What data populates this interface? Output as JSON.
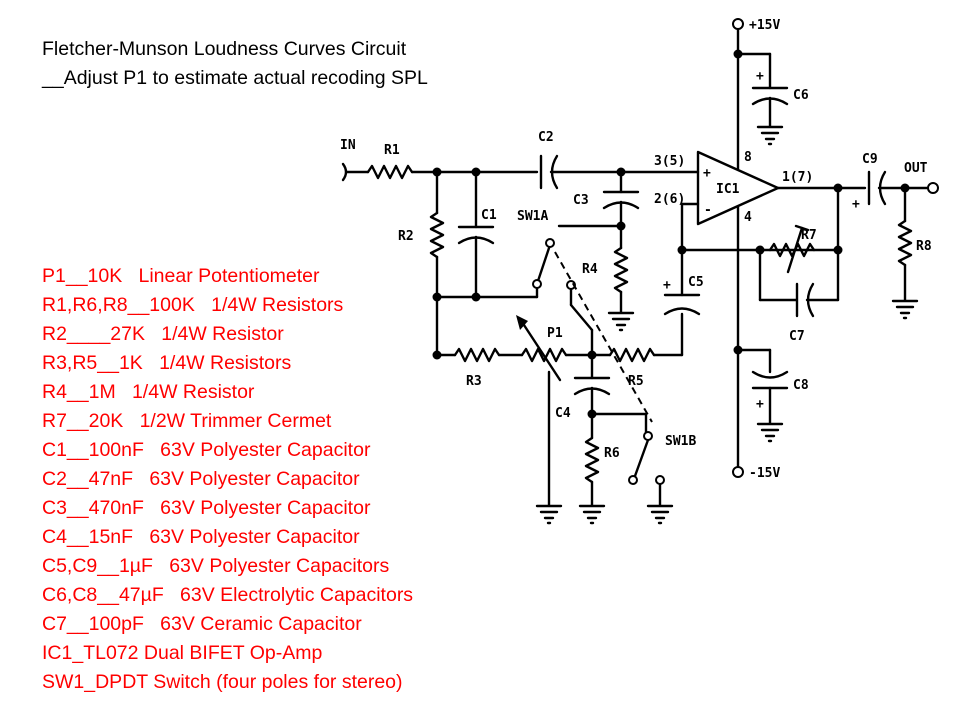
{
  "title": {
    "line1": "Fletcher-Munson Loudness Curves Circuit",
    "line2": "__Adjust P1 to estimate actual recoding SPL"
  },
  "parts_list": [
    "P1__10K   Linear Potentiometer",
    "R1,R6,R8__100K   1/4W Resistors",
    "R2____27K   1/4W Resistor",
    "R3,R5__1K   1/4W Resistors",
    "R4__1M   1/4W Resistor",
    "R7__20K   1/2W Trimmer Cermet",
    "C1__100nF   63V Polyester Capacitor",
    "C2__47nF   63V Polyester Capacitor",
    "C3__470nF   63V Polyester Capacitor",
    "C4__15nF   63V Polyester Capacitor",
    "C5,C9__1µF   63V Polyester Capacitors",
    "C6,C8__47µF   63V Electrolytic Capacitors",
    "C7__100pF   63V Ceramic Capacitor",
    "IC1_TL072 Dual BIFET Op-Amp",
    "SW1_DPDT Switch (four poles for stereo)"
  ],
  "schematic": {
    "supply_pos": "+15V",
    "supply_neg": "-15V",
    "input": "IN",
    "output": "OUT",
    "ic": "IC1",
    "pin_noninv": "3(5)",
    "pin_inv": "2(6)",
    "pin_out": "1(7)",
    "pin_vcc": "8",
    "pin_vee": "4",
    "plus_sign": "+",
    "minus_sign": "-",
    "components": {
      "r1": "R1",
      "r2": "R2",
      "r3": "R3",
      "r4": "R4",
      "r5": "R5",
      "r6": "R6",
      "r7": "R7",
      "r8": "R8",
      "c1": "C1",
      "c2": "C2",
      "c3": "C3",
      "c4": "C4",
      "c5": "C5",
      "c6": "C6",
      "c7": "C7",
      "c8": "C8",
      "c9": "C9",
      "p1": "P1",
      "sw1a": "SW1A",
      "sw1b": "SW1B"
    }
  }
}
